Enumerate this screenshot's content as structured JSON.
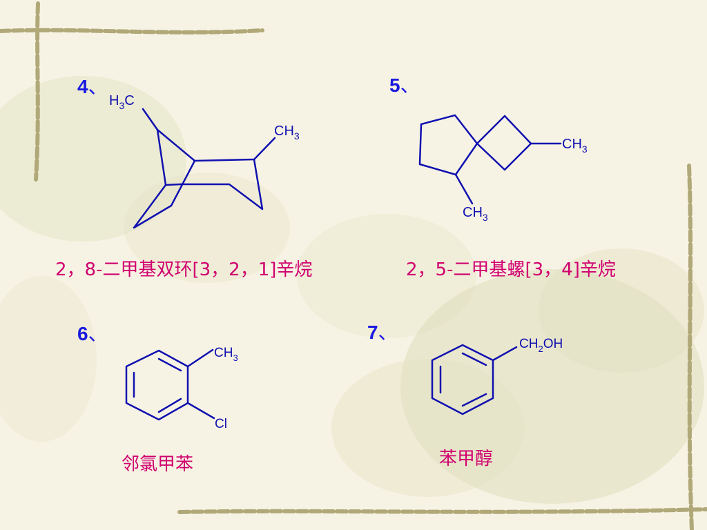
{
  "items": [
    {
      "number": "4",
      "separator": "、",
      "name": "2，8-二甲基双环[3，2，1]辛烷"
    },
    {
      "number": "5",
      "separator": "、",
      "name": "2，5-二甲基螺[3，4]辛烷"
    },
    {
      "number": "6",
      "separator": "、",
      "name": "邻氯甲苯"
    },
    {
      "number": "7",
      "separator": "、",
      "name": "苯甲醇"
    }
  ],
  "labels": {
    "bicyclo_h3c": {
      "main": "H",
      "sub": "3",
      "tail": "C"
    },
    "bicyclo_ch3": {
      "main": "CH",
      "sub": "3"
    },
    "spiro_ch3_right": {
      "main": "CH",
      "sub": "3"
    },
    "spiro_ch3_bottom": {
      "main": "CH",
      "sub": "3"
    },
    "toluene_ch3": {
      "main": "CH",
      "sub": "3"
    },
    "toluene_cl": "Cl",
    "benzyl_ch2oh": {
      "main": "CH",
      "sub": "2",
      "tail": "OH"
    }
  },
  "colors": {
    "number": "#1a1ae0",
    "name": "#d0006f",
    "bond": "#1010b0",
    "background": "#f7f3e4"
  }
}
